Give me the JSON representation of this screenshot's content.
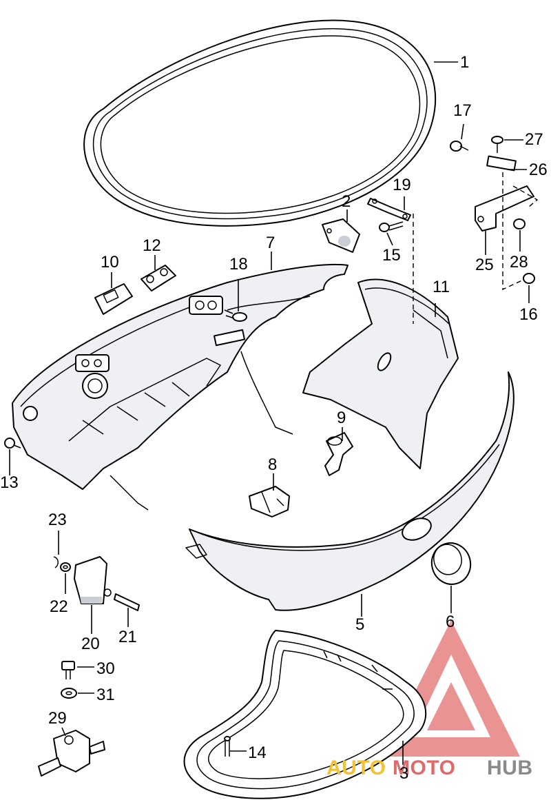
{
  "callouts": {
    "c1": "1",
    "c2": "2",
    "c3": "3",
    "c5": "5",
    "c6": "6",
    "c7": "7",
    "c8": "8",
    "c9": "9",
    "c10": "10",
    "c11": "11",
    "c12": "12",
    "c13": "13",
    "c14": "14",
    "c15": "15",
    "c16": "16",
    "c17": "17",
    "c18": "18",
    "c19": "19",
    "c20": "20",
    "c21": "21",
    "c22": "22",
    "c23": "23",
    "c25": "25",
    "c26": "26",
    "c27": "27",
    "c28": "28",
    "c29": "29",
    "c30": "30",
    "c31": "31"
  },
  "watermark": {
    "part1": "AUTO",
    "part2": "MOTO",
    "part3": "HUB",
    "color1": "#f2c230",
    "color2": "#e06a6a",
    "color3": "#8a8a8a"
  }
}
